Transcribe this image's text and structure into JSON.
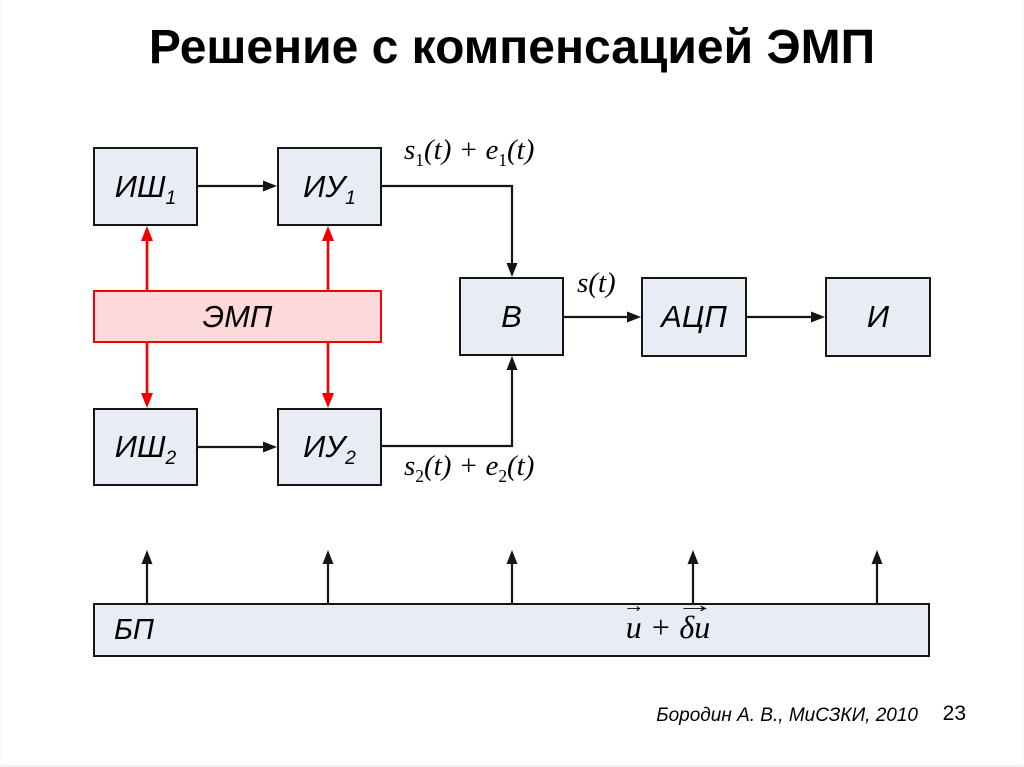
{
  "slide": {
    "title": "Решение с компенсацией ЭМП",
    "footer_credit": "Бородин А. В., МиСЗКИ, 2010",
    "page_number": "23"
  },
  "notation": {
    "vector_arrow": "→"
  },
  "colors": {
    "block_fill": "#e8edf5",
    "block_border": "#141414",
    "emp_fill": "#fdd9d9",
    "emp_border": "#f30000",
    "wire_black": "#141414",
    "wire_red": "#f30000"
  },
  "diagram": {
    "blocks": {
      "ish1": [
        {
          "t": "ИШ"
        },
        {
          "t": "1",
          "sub": true
        }
      ],
      "iu1": [
        {
          "t": "ИУ"
        },
        {
          "t": "1",
          "sub": true
        }
      ],
      "emp": [
        {
          "t": "ЭМП"
        }
      ],
      "ish2": [
        {
          "t": "ИШ"
        },
        {
          "t": "2",
          "sub": true
        }
      ],
      "iu2": [
        {
          "t": "ИУ"
        },
        {
          "t": "2",
          "sub": true
        }
      ],
      "v": [
        {
          "t": "В"
        }
      ],
      "acp": [
        {
          "t": "АЦП"
        }
      ],
      "i": [
        {
          "t": "И"
        }
      ],
      "bp": [
        {
          "t": "БП"
        }
      ]
    },
    "signal_labels": {
      "s1": [
        {
          "t": "s"
        },
        {
          "t": "1",
          "sub": true
        },
        {
          "t": "(t) + e"
        },
        {
          "t": "1",
          "sub": true
        },
        {
          "t": "(t)"
        }
      ],
      "s": [
        {
          "t": "s(t)"
        }
      ],
      "s2": [
        {
          "t": "s"
        },
        {
          "t": "2",
          "sub": true
        },
        {
          "t": "(t) + e"
        },
        {
          "t": "2",
          "sub": true
        },
        {
          "t": "(t)"
        }
      ],
      "u": [
        {
          "t": "u",
          "vec": true
        },
        {
          "t": " + "
        },
        {
          "t": "δu",
          "vec": "wide"
        }
      ]
    }
  }
}
